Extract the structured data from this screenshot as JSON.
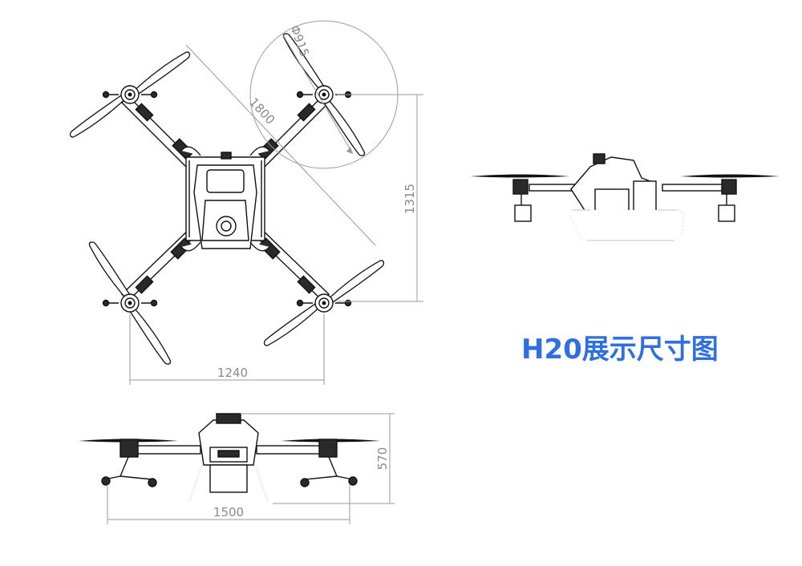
{
  "title": "H20展示尺寸图",
  "dimensions": {
    "rotor_diameter": "Φ915",
    "diagonal": "1800",
    "length": "1315",
    "width_folded": "1240",
    "width_front": "1500",
    "height": "570"
  },
  "colors": {
    "title": "#2f6fe0",
    "dimension_lines": "#9a9a9a",
    "drawing_ink": "#111111"
  }
}
